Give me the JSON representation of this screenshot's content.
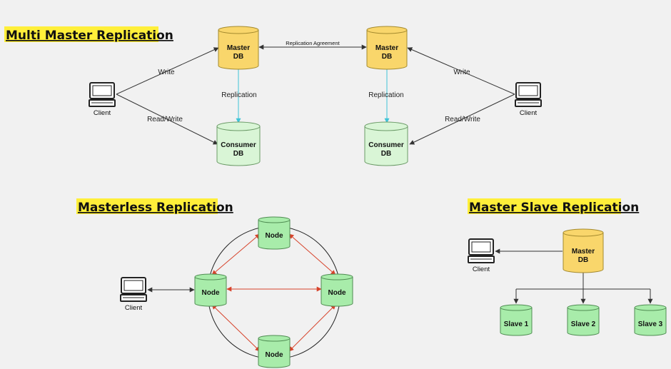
{
  "titles": {
    "multi_master": "Multi Master Replication",
    "masterless": "Masterless Replication",
    "master_slave": "Master Slave Replication"
  },
  "multi_master": {
    "client_left": "Client",
    "client_right": "Client",
    "master_left": [
      "Master",
      "DB"
    ],
    "master_right": [
      "Master",
      "DB"
    ],
    "consumer_left": [
      "Consumer",
      "DB"
    ],
    "consumer_right": [
      "Consumer",
      "DB"
    ],
    "write_left": "Write",
    "readwrite_left": "Read/Write",
    "write_right": "Write",
    "readwrite_right": "Read/Write",
    "replication_left": "Replication",
    "replication_right": "Replication",
    "agreement": "Replication Agreement"
  },
  "masterless": {
    "client": "Client",
    "node_top": "Node",
    "node_left": "Node",
    "node_right": "Node",
    "node_bottom": "Node"
  },
  "master_slave": {
    "client": "Client",
    "master": [
      "Master",
      "DB"
    ],
    "slave1": "Slave 1",
    "slave2": "Slave 2",
    "slave3": "Slave 3"
  },
  "colors": {
    "title_highlight": "#ffef3a",
    "master_fill": "#f9d66b",
    "master_stroke": "#a48a2e",
    "consumer_fill": "#d9f5d6",
    "consumer_stroke": "#6a9a66",
    "node_fill": "#a8ecaa",
    "node_stroke": "#4f8c52",
    "replication_line": "#3fc3d6",
    "masterless_arrow": "#d7432b",
    "line": "#333333"
  }
}
